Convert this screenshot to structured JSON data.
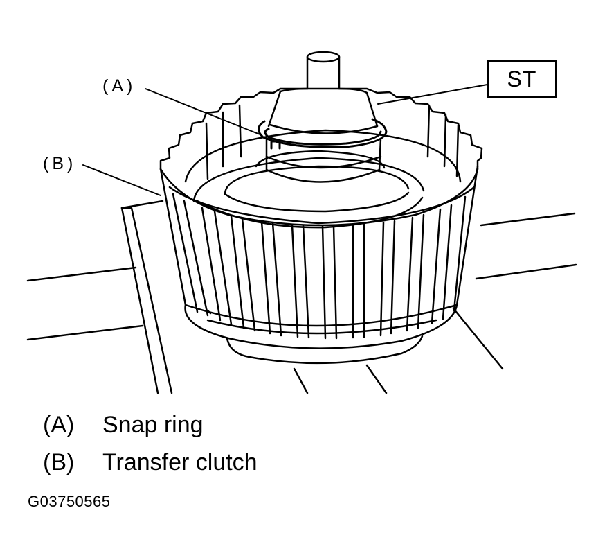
{
  "callouts": {
    "a": "(A)",
    "b": "(B)",
    "st": "ST"
  },
  "legend": [
    {
      "key": "(A)",
      "label": "Snap ring"
    },
    {
      "key": "(B)",
      "label": "Transfer clutch"
    }
  ],
  "figure_code": "G03750565"
}
